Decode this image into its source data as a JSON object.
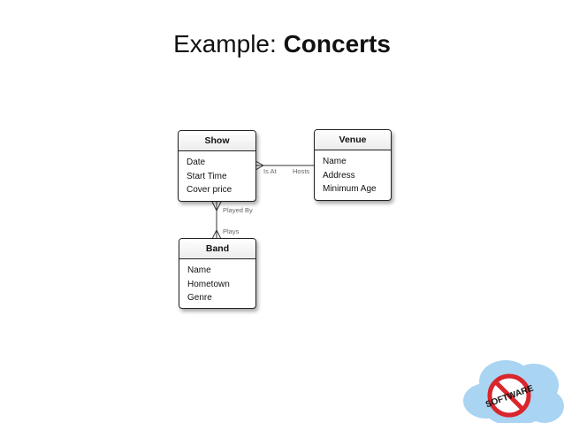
{
  "slide": {
    "title_prefix": "Example: ",
    "title_bold": "Concerts"
  },
  "entities": {
    "show": {
      "name": "Show",
      "attributes": [
        "Date",
        "Start Time",
        "Cover price"
      ]
    },
    "venue": {
      "name": "Venue",
      "attributes": [
        "Name",
        "Address",
        "Minimum Age"
      ]
    },
    "band": {
      "name": "Band",
      "attributes": [
        "Name",
        "Hometown",
        "Genre"
      ]
    }
  },
  "relationships": {
    "show_venue": {
      "left_label": "Is At",
      "right_label": "Hosts"
    },
    "show_band": {
      "top_label": "Played By",
      "bottom_label": "Plays"
    }
  },
  "logo": {
    "text": "SOFTWARE",
    "icon": "no-software-cloud-logo"
  },
  "colors": {
    "cloud": "#a9d4f2",
    "prohibition": "#d8262c"
  }
}
